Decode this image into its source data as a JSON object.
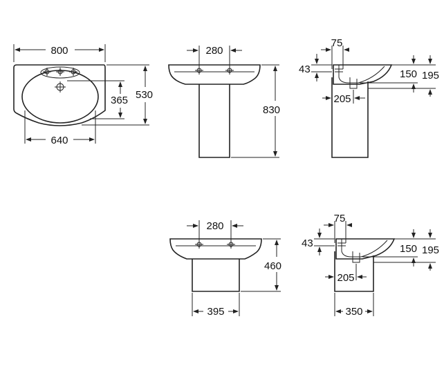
{
  "dimensions": {
    "top_view": {
      "overall_width": "800",
      "overall_depth": "530",
      "bowl_depth": "365",
      "bowl_width": "640"
    },
    "front_full_pedestal": {
      "tap_spacing": "280",
      "height": "830"
    },
    "side_full_pedestal": {
      "rim_offset": "75",
      "rim_thickness": "43",
      "basin_depth": "150",
      "overall_depth": "195",
      "waste_offset": "205"
    },
    "front_semi_pedestal": {
      "tap_spacing": "280",
      "height": "460",
      "pedestal_width": "395"
    },
    "side_semi_pedestal": {
      "rim_offset": "75",
      "rim_thickness": "43",
      "basin_depth": "150",
      "overall_depth": "195",
      "waste_offset": "205",
      "pedestal_depth": "350"
    }
  }
}
